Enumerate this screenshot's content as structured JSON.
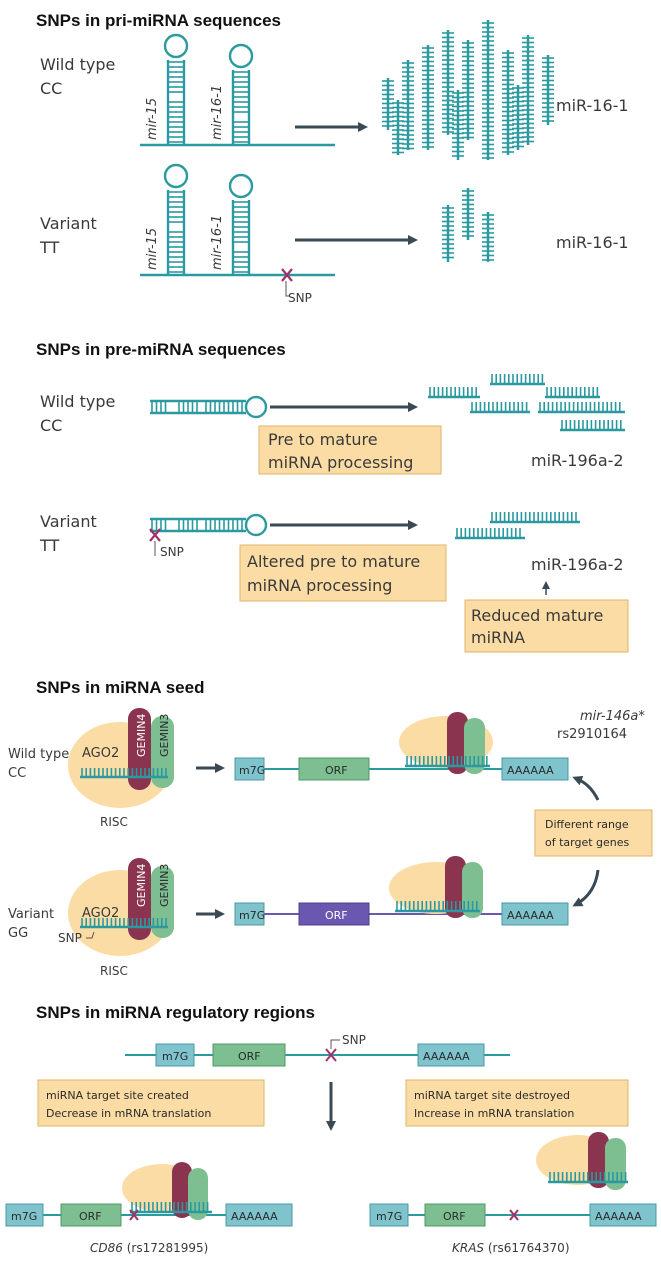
{
  "sections": {
    "pri": {
      "heading": "SNPs in pri-miRNA sequences",
      "wt_label_1": "Wild type",
      "wt_label_2": "CC",
      "var_label_1": "Variant",
      "var_label_2": "TT",
      "mir15": "mir-15",
      "mir161": "mir-16-1",
      "product": "miR-16-1",
      "snp": "SNP"
    },
    "pre": {
      "heading": "SNPs in pre-miRNA sequences",
      "wt_label_1": "Wild type",
      "wt_label_2": "CC",
      "var_label_1": "Variant",
      "var_label_2": "TT",
      "box_wt_1": "Pre to mature",
      "box_wt_2": "miRNA processing",
      "box_var_1": "Altered pre to mature",
      "box_var_2": "miRNA processing",
      "box_reduced_1": "Reduced mature",
      "box_reduced_2": "miRNA",
      "product": "miR-196a-2",
      "snp": "SNP"
    },
    "seed": {
      "heading": "SNPs in miRNA seed",
      "wt_label_1": "Wild type",
      "wt_label_2": "CC",
      "var_label_1": "Variant",
      "var_label_2": "GG",
      "ago2": "AGO2",
      "gemin4": "GEMIN4",
      "gemin3": "GEMIN3",
      "risc": "RISC",
      "m7g": "m7G",
      "orf": "ORF",
      "polya": "AAAAAA",
      "mir_name": "mir-146a*",
      "rs": "rs2910164",
      "box_1": "Different range",
      "box_2": "of target genes",
      "snp": "SNP"
    },
    "reg": {
      "heading": "SNPs in miRNA regulatory regions",
      "m7g": "m7G",
      "orf": "ORF",
      "polya": "AAAAAA",
      "snp": "SNP",
      "created_1": "miRNA target site created",
      "created_2": "Decrease in mRNA translation",
      "destroyed_1": "miRNA target site destroyed",
      "destroyed_2": "Increase in mRNA translation",
      "gene_left": "CD86",
      "rs_left": "(rs17281995)",
      "gene_right": "KRAS",
      "rs_right": "(rs61764370)"
    }
  },
  "colors": {
    "teal": "#2a9aa0",
    "amber": "#fbdca5",
    "maroon": "#8a3450",
    "green": "#7dbf90",
    "purple": "#6a57b0",
    "snp_mark": "#a0306a"
  }
}
